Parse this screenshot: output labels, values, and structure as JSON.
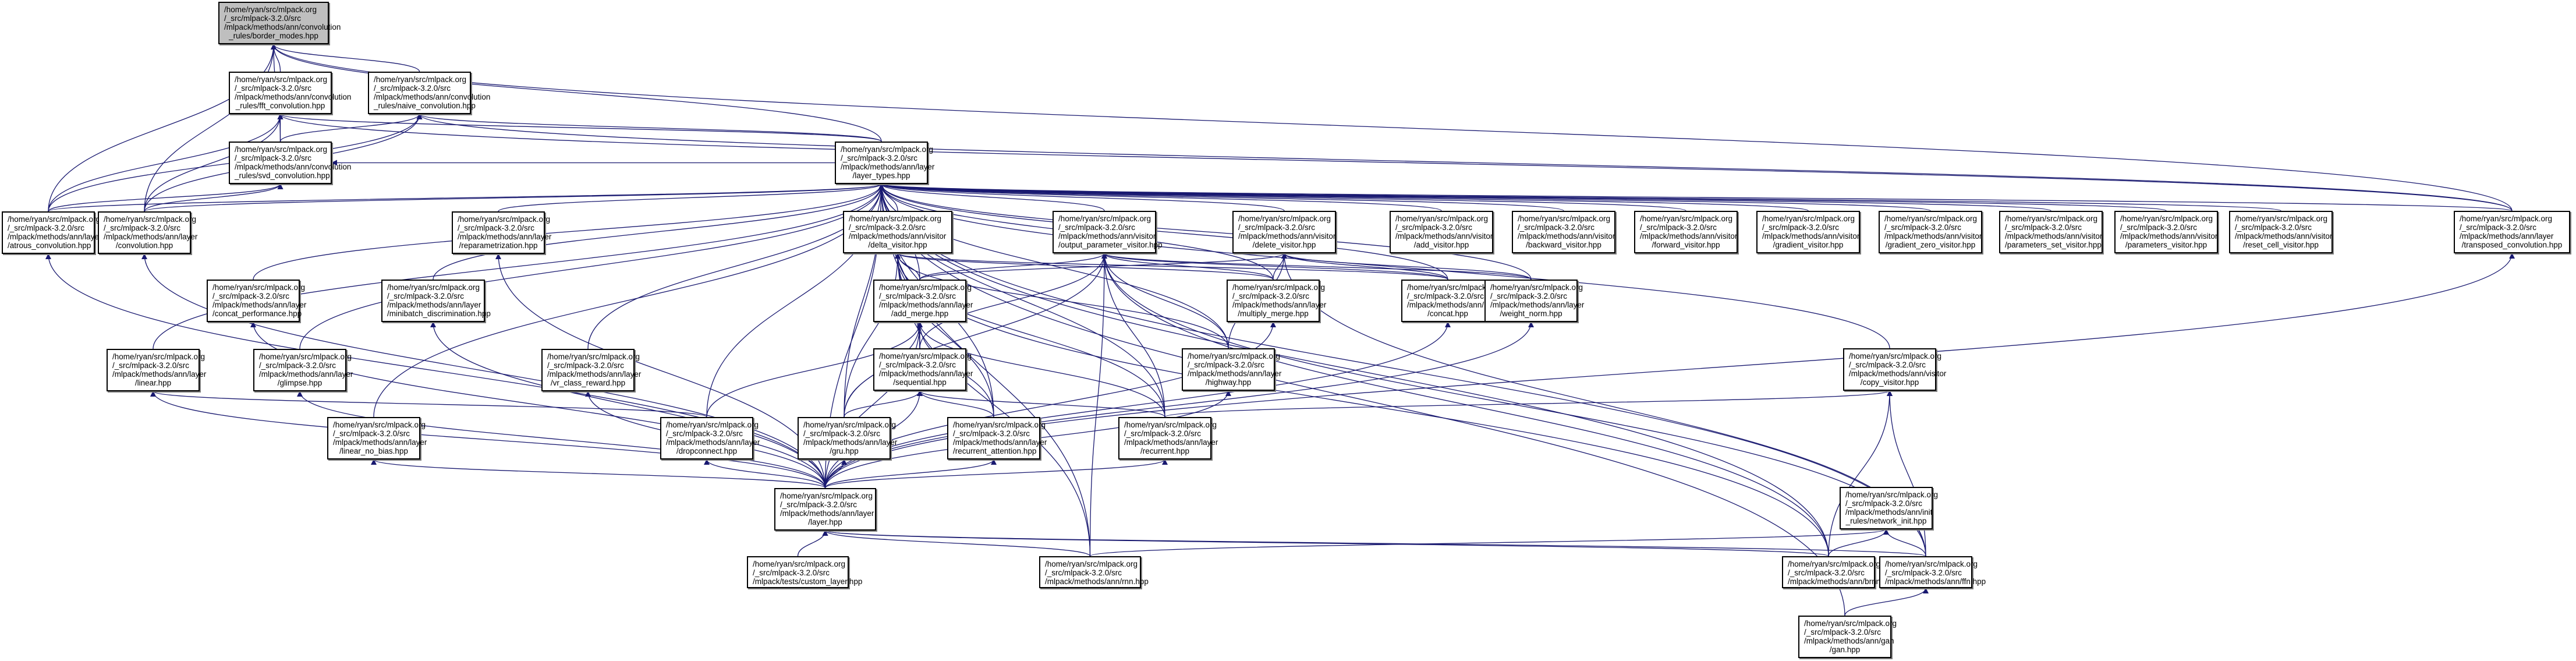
{
  "title": "Include dependency graph for border_modes.hpp",
  "colors": {
    "edge": "#191970",
    "root_fill": "#bfbfbf",
    "node_fill": "#ffffff",
    "border": "#000000"
  },
  "nodes": [
    {
      "id": "border_modes",
      "lines": [
        "/home/ryan/src/mlpack.org",
        "/_src/mlpack-3.2.0/src",
        "/mlpack/methods/ann/convolution",
        "_rules/border_modes.hpp"
      ],
      "root": true
    },
    {
      "id": "fft_convolution",
      "lines": [
        "/home/ryan/src/mlpack.org",
        "/_src/mlpack-3.2.0/src",
        "/mlpack/methods/ann/convolution",
        "_rules/fft_convolution.hpp"
      ]
    },
    {
      "id": "naive_convolution",
      "lines": [
        "/home/ryan/src/mlpack.org",
        "/_src/mlpack-3.2.0/src",
        "/mlpack/methods/ann/convolution",
        "_rules/naive_convolution.hpp"
      ]
    },
    {
      "id": "svd_convolution",
      "lines": [
        "/home/ryan/src/mlpack.org",
        "/_src/mlpack-3.2.0/src",
        "/mlpack/methods/ann/convolution",
        "_rules/svd_convolution.hpp"
      ]
    },
    {
      "id": "layer_types",
      "lines": [
        "/home/ryan/src/mlpack.org",
        "/_src/mlpack-3.2.0/src",
        "/mlpack/methods/ann/layer",
        "/layer_types.hpp"
      ]
    },
    {
      "id": "atrous_convolution",
      "lines": [
        "/home/ryan/src/mlpack.org",
        "/_src/mlpack-3.2.0/src",
        "/mlpack/methods/ann/layer",
        "/atrous_convolution.hpp"
      ]
    },
    {
      "id": "convolution",
      "lines": [
        "/home/ryan/src/mlpack.org",
        "/_src/mlpack-3.2.0/src",
        "/mlpack/methods/ann/layer",
        "/convolution.hpp"
      ]
    },
    {
      "id": "reparametrization",
      "lines": [
        "/home/ryan/src/mlpack.org",
        "/_src/mlpack-3.2.0/src",
        "/mlpack/methods/ann/layer",
        "/reparametrization.hpp"
      ]
    },
    {
      "id": "delta_visitor",
      "lines": [
        "/home/ryan/src/mlpack.org",
        "/_src/mlpack-3.2.0/src",
        "/mlpack/methods/ann/visitor",
        "/delta_visitor.hpp"
      ]
    },
    {
      "id": "output_parameter_visitor",
      "lines": [
        "/home/ryan/src/mlpack.org",
        "/_src/mlpack-3.2.0/src",
        "/mlpack/methods/ann/visitor",
        "/output_parameter_visitor.hpp"
      ]
    },
    {
      "id": "delete_visitor",
      "lines": [
        "/home/ryan/src/mlpack.org",
        "/_src/mlpack-3.2.0/src",
        "/mlpack/methods/ann/visitor",
        "/delete_visitor.hpp"
      ]
    },
    {
      "id": "add_visitor",
      "lines": [
        "/home/ryan/src/mlpack.org",
        "/_src/mlpack-3.2.0/src",
        "/mlpack/methods/ann/visitor",
        "/add_visitor.hpp"
      ]
    },
    {
      "id": "backward_visitor",
      "lines": [
        "/home/ryan/src/mlpack.org",
        "/_src/mlpack-3.2.0/src",
        "/mlpack/methods/ann/visitor",
        "/backward_visitor.hpp"
      ]
    },
    {
      "id": "forward_visitor",
      "lines": [
        "/home/ryan/src/mlpack.org",
        "/_src/mlpack-3.2.0/src",
        "/mlpack/methods/ann/visitor",
        "/forward_visitor.hpp"
      ]
    },
    {
      "id": "gradient_visitor",
      "lines": [
        "/home/ryan/src/mlpack.org",
        "/_src/mlpack-3.2.0/src",
        "/mlpack/methods/ann/visitor",
        "/gradient_visitor.hpp"
      ]
    },
    {
      "id": "gradient_zero_visitor",
      "lines": [
        "/home/ryan/src/mlpack.org",
        "/_src/mlpack-3.2.0/src",
        "/mlpack/methods/ann/visitor",
        "/gradient_zero_visitor.hpp"
      ]
    },
    {
      "id": "parameters_set_visitor",
      "lines": [
        "/home/ryan/src/mlpack.org",
        "/_src/mlpack-3.2.0/src",
        "/mlpack/methods/ann/visitor",
        "/parameters_set_visitor.hpp"
      ]
    },
    {
      "id": "parameters_visitor",
      "lines": [
        "/home/ryan/src/mlpack.org",
        "/_src/mlpack-3.2.0/src",
        "/mlpack/methods/ann/visitor",
        "/parameters_visitor.hpp"
      ]
    },
    {
      "id": "reset_cell_visitor",
      "lines": [
        "/home/ryan/src/mlpack.org",
        "/_src/mlpack-3.2.0/src",
        "/mlpack/methods/ann/visitor",
        "/reset_cell_visitor.hpp"
      ]
    },
    {
      "id": "transposed_convolution",
      "lines": [
        "/home/ryan/src/mlpack.org",
        "/_src/mlpack-3.2.0/src",
        "/mlpack/methods/ann/layer",
        "/transposed_convolution.hpp"
      ]
    },
    {
      "id": "concat_performance",
      "lines": [
        "/home/ryan/src/mlpack.org",
        "/_src/mlpack-3.2.0/src",
        "/mlpack/methods/ann/layer",
        "/concat_performance.hpp"
      ]
    },
    {
      "id": "minibatch_discrimination",
      "lines": [
        "/home/ryan/src/mlpack.org",
        "/_src/mlpack-3.2.0/src",
        "/mlpack/methods/ann/layer",
        "/minibatch_discrimination.hpp"
      ]
    },
    {
      "id": "add_merge",
      "lines": [
        "/home/ryan/src/mlpack.org",
        "/_src/mlpack-3.2.0/src",
        "/mlpack/methods/ann/layer",
        "/add_merge.hpp"
      ]
    },
    {
      "id": "multiply_merge",
      "lines": [
        "/home/ryan/src/mlpack.org",
        "/_src/mlpack-3.2.0/src",
        "/mlpack/methods/ann/layer",
        "/multiply_merge.hpp"
      ]
    },
    {
      "id": "concat",
      "lines": [
        "/home/ryan/src/mlpack.org",
        "/_src/mlpack-3.2.0/src",
        "/mlpack/methods/ann/layer",
        "/concat.hpp"
      ]
    },
    {
      "id": "weight_norm",
      "lines": [
        "/home/ryan/src/mlpack.org",
        "/_src/mlpack-3.2.0/src",
        "/mlpack/methods/ann/layer",
        "/weight_norm.hpp"
      ]
    },
    {
      "id": "linear",
      "lines": [
        "/home/ryan/src/mlpack.org",
        "/_src/mlpack-3.2.0/src",
        "/mlpack/methods/ann/layer",
        "/linear.hpp"
      ]
    },
    {
      "id": "glimpse",
      "lines": [
        "/home/ryan/src/mlpack.org",
        "/_src/mlpack-3.2.0/src",
        "/mlpack/methods/ann/layer",
        "/glimpse.hpp"
      ]
    },
    {
      "id": "vr_class_reward",
      "lines": [
        "/home/ryan/src/mlpack.org",
        "/_src/mlpack-3.2.0/src",
        "/mlpack/methods/ann/layer",
        "/vr_class_reward.hpp"
      ]
    },
    {
      "id": "sequential",
      "lines": [
        "/home/ryan/src/mlpack.org",
        "/_src/mlpack-3.2.0/src",
        "/mlpack/methods/ann/layer",
        "/sequential.hpp"
      ]
    },
    {
      "id": "highway",
      "lines": [
        "/home/ryan/src/mlpack.org",
        "/_src/mlpack-3.2.0/src",
        "/mlpack/methods/ann/layer",
        "/highway.hpp"
      ]
    },
    {
      "id": "copy_visitor",
      "lines": [
        "/home/ryan/src/mlpack.org",
        "/_src/mlpack-3.2.0/src",
        "/mlpack/methods/ann/visitor",
        "/copy_visitor.hpp"
      ]
    },
    {
      "id": "linear_no_bias",
      "lines": [
        "/home/ryan/src/mlpack.org",
        "/_src/mlpack-3.2.0/src",
        "/mlpack/methods/ann/layer",
        "/linear_no_bias.hpp"
      ]
    },
    {
      "id": "dropconnect",
      "lines": [
        "/home/ryan/src/mlpack.org",
        "/_src/mlpack-3.2.0/src",
        "/mlpack/methods/ann/layer",
        "/dropconnect.hpp"
      ]
    },
    {
      "id": "gru",
      "lines": [
        "/home/ryan/src/mlpack.org",
        "/_src/mlpack-3.2.0/src",
        "/mlpack/methods/ann/layer",
        "/gru.hpp"
      ]
    },
    {
      "id": "recurrent_attention",
      "lines": [
        "/home/ryan/src/mlpack.org",
        "/_src/mlpack-3.2.0/src",
        "/mlpack/methods/ann/layer",
        "/recurrent_attention.hpp"
      ]
    },
    {
      "id": "recurrent",
      "lines": [
        "/home/ryan/src/mlpack.org",
        "/_src/mlpack-3.2.0/src",
        "/mlpack/methods/ann/layer",
        "/recurrent.hpp"
      ]
    },
    {
      "id": "network_init",
      "lines": [
        "/home/ryan/src/mlpack.org",
        "/_src/mlpack-3.2.0/src",
        "/mlpack/methods/ann/init",
        "_rules/network_init.hpp"
      ]
    },
    {
      "id": "layer",
      "lines": [
        "/home/ryan/src/mlpack.org",
        "/_src/mlpack-3.2.0/src",
        "/mlpack/methods/ann/layer",
        "/layer.hpp"
      ]
    },
    {
      "id": "custom_layer",
      "lines": [
        "/home/ryan/src/mlpack.org",
        "/_src/mlpack-3.2.0/src",
        "/mlpack/tests/custom_layer.hpp"
      ]
    },
    {
      "id": "rnn",
      "lines": [
        "/home/ryan/src/mlpack.org",
        "/_src/mlpack-3.2.0/src",
        "/mlpack/methods/ann/rnn.hpp"
      ]
    },
    {
      "id": "brnn",
      "lines": [
        "/home/ryan/src/mlpack.org",
        "/_src/mlpack-3.2.0/src",
        "/mlpack/methods/ann/brnn.hpp"
      ]
    },
    {
      "id": "ffn",
      "lines": [
        "/home/ryan/src/mlpack.org",
        "/_src/mlpack-3.2.0/src",
        "/mlpack/methods/ann/ffn.hpp"
      ]
    },
    {
      "id": "gan",
      "lines": [
        "/home/ryan/src/mlpack.org",
        "/_src/mlpack-3.2.0/src",
        "/mlpack/methods/ann/gan",
        "/gan.hpp"
      ]
    }
  ],
  "edges": [
    [
      "fft_convolution",
      "border_modes"
    ],
    [
      "naive_convolution",
      "border_modes"
    ],
    [
      "svd_convolution",
      "border_modes"
    ],
    [
      "layer_types",
      "border_modes"
    ],
    [
      "atrous_convolution",
      "border_modes"
    ],
    [
      "convolution",
      "border_modes"
    ],
    [
      "transposed_convolution",
      "border_modes"
    ],
    [
      "svd_convolution",
      "fft_convolution"
    ],
    [
      "atrous_convolution",
      "fft_convolution"
    ],
    [
      "convolution",
      "fft_convolution"
    ],
    [
      "layer_types",
      "fft_convolution"
    ],
    [
      "transposed_convolution",
      "fft_convolution"
    ],
    [
      "svd_convolution",
      "naive_convolution"
    ],
    [
      "atrous_convolution",
      "naive_convolution"
    ],
    [
      "convolution",
      "naive_convolution"
    ],
    [
      "transposed_convolution",
      "naive_convolution"
    ],
    [
      "layer_types",
      "naive_convolution"
    ],
    [
      "atrous_convolution",
      "svd_convolution"
    ],
    [
      "convolution",
      "svd_convolution"
    ],
    [
      "layer_types",
      "svd_convolution"
    ],
    [
      "atrous_convolution",
      "layer_types"
    ],
    [
      "convolution",
      "layer_types"
    ],
    [
      "reparametrization",
      "layer_types"
    ],
    [
      "delta_visitor",
      "layer_types"
    ],
    [
      "output_parameter_visitor",
      "layer_types"
    ],
    [
      "delete_visitor",
      "layer_types"
    ],
    [
      "add_visitor",
      "layer_types"
    ],
    [
      "backward_visitor",
      "layer_types"
    ],
    [
      "forward_visitor",
      "layer_types"
    ],
    [
      "gradient_visitor",
      "layer_types"
    ],
    [
      "gradient_zero_visitor",
      "layer_types"
    ],
    [
      "parameters_set_visitor",
      "layer_types"
    ],
    [
      "parameters_visitor",
      "layer_types"
    ],
    [
      "reset_cell_visitor",
      "layer_types"
    ],
    [
      "transposed_convolution",
      "layer_types"
    ],
    [
      "concat_performance",
      "layer_types"
    ],
    [
      "minibatch_discrimination",
      "layer_types"
    ],
    [
      "add_merge",
      "layer_types"
    ],
    [
      "multiply_merge",
      "layer_types"
    ],
    [
      "concat",
      "layer_types"
    ],
    [
      "weight_norm",
      "layer_types"
    ],
    [
      "linear",
      "layer_types"
    ],
    [
      "glimpse",
      "layer_types"
    ],
    [
      "vr_class_reward",
      "layer_types"
    ],
    [
      "sequential",
      "layer_types"
    ],
    [
      "highway",
      "layer_types"
    ],
    [
      "copy_visitor",
      "layer_types"
    ],
    [
      "linear_no_bias",
      "layer_types"
    ],
    [
      "dropconnect",
      "layer_types"
    ],
    [
      "gru",
      "layer_types"
    ],
    [
      "recurrent_attention",
      "layer_types"
    ],
    [
      "recurrent",
      "layer_types"
    ],
    [
      "layer",
      "layer_types"
    ],
    [
      "rnn",
      "layer_types"
    ],
    [
      "brnn",
      "layer_types"
    ],
    [
      "ffn",
      "layer_types"
    ],
    [
      "add_merge",
      "delta_visitor"
    ],
    [
      "sequential",
      "delta_visitor"
    ],
    [
      "highway",
      "delta_visitor"
    ],
    [
      "gru",
      "delta_visitor"
    ],
    [
      "recurrent_attention",
      "delta_visitor"
    ],
    [
      "recurrent",
      "delta_visitor"
    ],
    [
      "multiply_merge",
      "delta_visitor"
    ],
    [
      "concat",
      "delta_visitor"
    ],
    [
      "rnn",
      "delta_visitor"
    ],
    [
      "brnn",
      "delta_visitor"
    ],
    [
      "add_merge",
      "output_parameter_visitor"
    ],
    [
      "sequential",
      "output_parameter_visitor"
    ],
    [
      "highway",
      "output_parameter_visitor"
    ],
    [
      "gru",
      "output_parameter_visitor"
    ],
    [
      "recurrent",
      "output_parameter_visitor"
    ],
    [
      "multiply_merge",
      "output_parameter_visitor"
    ],
    [
      "concat",
      "output_parameter_visitor"
    ],
    [
      "weight_norm",
      "output_parameter_visitor"
    ],
    [
      "ffn",
      "output_parameter_visitor"
    ],
    [
      "brnn",
      "output_parameter_visitor"
    ],
    [
      "rnn",
      "output_parameter_visitor"
    ],
    [
      "add_merge",
      "delete_visitor"
    ],
    [
      "multiply_merge",
      "delete_visitor"
    ],
    [
      "concat",
      "delete_visitor"
    ],
    [
      "weight_norm",
      "delete_visitor"
    ],
    [
      "highway",
      "delete_visitor"
    ],
    [
      "ffn",
      "delete_visitor"
    ],
    [
      "sequential",
      "add_merge"
    ],
    [
      "gru",
      "add_merge"
    ],
    [
      "recurrent_attention",
      "add_merge"
    ],
    [
      "recurrent",
      "add_merge"
    ],
    [
      "layer",
      "add_merge"
    ],
    [
      "dropconnect",
      "add_merge"
    ],
    [
      "layer",
      "multiply_merge"
    ],
    [
      "layer",
      "concat"
    ],
    [
      "layer",
      "weight_norm"
    ],
    [
      "gru",
      "sequential"
    ],
    [
      "recurrent_attention",
      "sequential"
    ],
    [
      "recurrent",
      "sequential"
    ],
    [
      "layer",
      "sequential"
    ],
    [
      "layer",
      "highway"
    ],
    [
      "layer",
      "recurrent"
    ],
    [
      "layer",
      "gru"
    ],
    [
      "layer",
      "recurrent_attention"
    ],
    [
      "layer",
      "dropconnect"
    ],
    [
      "layer",
      "linear_no_bias"
    ],
    [
      "layer",
      "linear"
    ],
    [
      "layer",
      "glimpse"
    ],
    [
      "layer",
      "vr_class_reward"
    ],
    [
      "layer",
      "concat_performance"
    ],
    [
      "layer",
      "minibatch_discrimination"
    ],
    [
      "layer",
      "reparametrization"
    ],
    [
      "layer",
      "atrous_convolution"
    ],
    [
      "layer",
      "convolution"
    ],
    [
      "layer",
      "transposed_convolution"
    ],
    [
      "dropconnect",
      "linear"
    ],
    [
      "brnn",
      "copy_visitor"
    ],
    [
      "ffn",
      "copy_visitor"
    ],
    [
      "recurrent",
      "copy_visitor"
    ],
    [
      "brnn",
      "network_init"
    ],
    [
      "ffn",
      "network_init"
    ],
    [
      "rnn",
      "network_init"
    ],
    [
      "custom_layer",
      "layer"
    ],
    [
      "rnn",
      "layer"
    ],
    [
      "brnn",
      "layer"
    ],
    [
      "ffn",
      "layer"
    ],
    [
      "gan",
      "ffn"
    ],
    [
      "gan",
      "layer_types"
    ]
  ]
}
